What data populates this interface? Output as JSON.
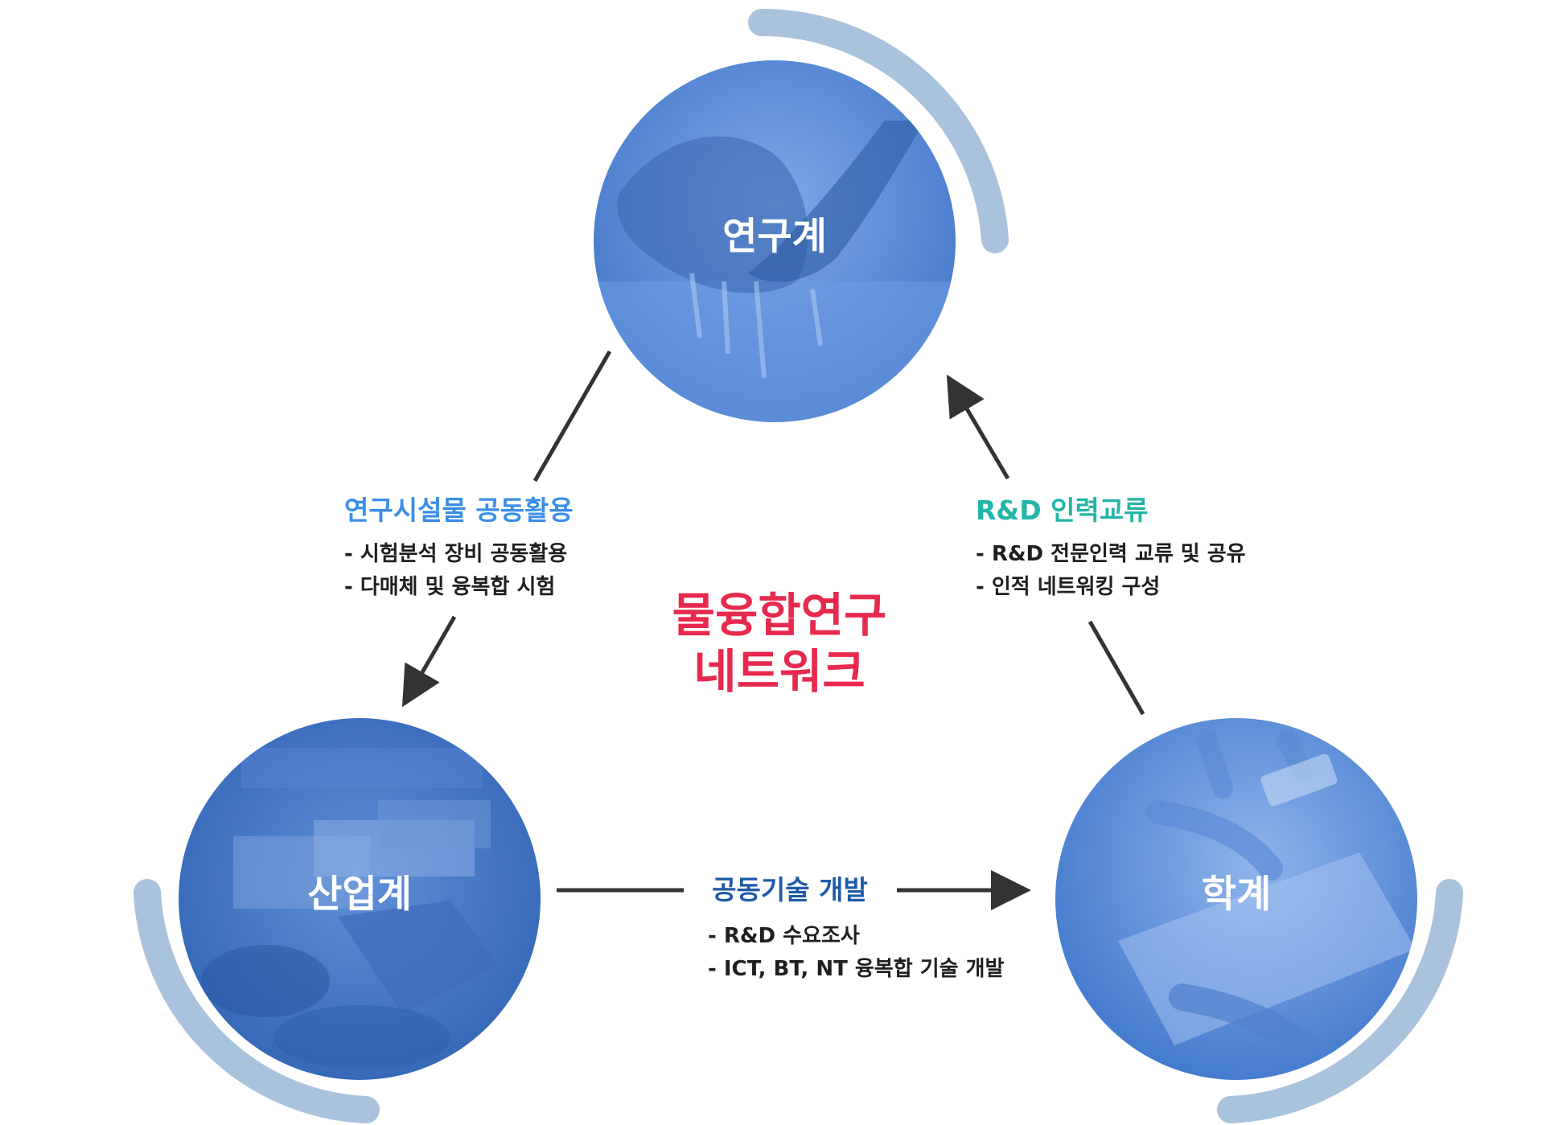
{
  "colors": {
    "ring": "#a9c3dc",
    "circle_fill": "#4a7fd0",
    "circle_fill_light": "#6f9ce0",
    "arrow": "#333333",
    "title_left": "#3a8ee6",
    "title_right": "#22b5a8",
    "title_bottom": "#1f5aa8",
    "center_title": "#e8294e"
  },
  "center": {
    "line1": "물융합연구",
    "line2": "네트워크"
  },
  "nodes": {
    "research": {
      "label": "연구계",
      "image": "water-in-hands-photo"
    },
    "industry": {
      "label": "산업계",
      "image": "industrial-complex-aerial-photo"
    },
    "academia": {
      "label": "학계",
      "image": "laptop-teamwork-photo"
    }
  },
  "links": {
    "research_to_industry": {
      "title": "연구시설물 공동활용",
      "items": [
        "- 시험분석 장비 공동활용",
        "- 다매체 및 융복합 시험"
      ]
    },
    "industry_to_academia": {
      "title": "공동기술 개발",
      "items": [
        "- R&D 수요조사",
        "- ICT, BT, NT 융복합 기술 개발"
      ]
    },
    "academia_to_research": {
      "title": "R&D 인력교류",
      "items": [
        "- R&D 전문인력 교류 및 공유",
        "- 인적 네트워킹 구성"
      ]
    }
  }
}
